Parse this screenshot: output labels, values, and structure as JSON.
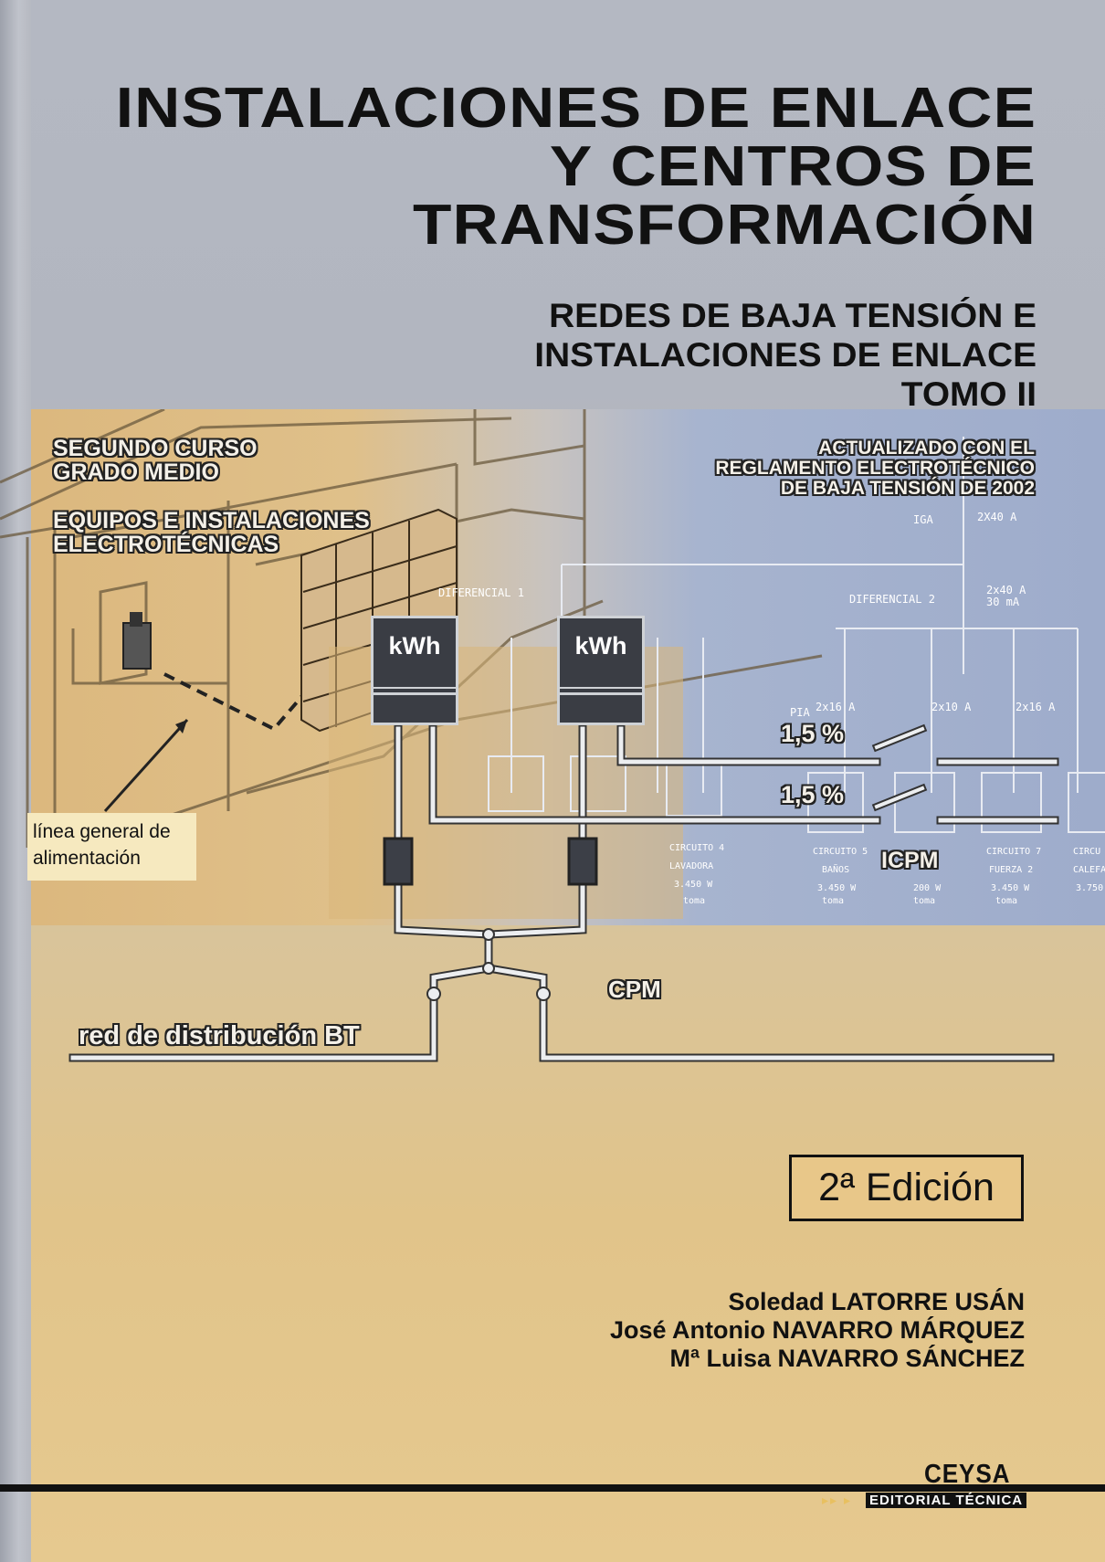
{
  "title": {
    "line1": "INSTALACIONES DE ENLACE",
    "line2": "Y CENTROS DE",
    "line3": "TRANSFORMACIÓN"
  },
  "subtitle": {
    "line1": "REDES DE BAJA TENSIÓN E",
    "line2": "INSTALACIONES DE ENLACE",
    "line3": "TOMO II"
  },
  "course": {
    "line1": "SEGUNDO CURSO",
    "line2": "GRADO MEDIO",
    "line3": "EQUIPOS E INSTALACIONES",
    "line4": "ELECTROTÉCNICAS"
  },
  "update_note": {
    "line1": "ACTUALIZADO CON EL",
    "line2": "REGLAMENTO ELECTROTÉCNICO",
    "line3": "DE BAJA TENSIÓN DE 2002"
  },
  "diagram": {
    "linea_general_1": "línea general de",
    "linea_general_2": "alimentación",
    "meter1": "kWh",
    "meter2": "kWh",
    "pct1": "1,5 %",
    "pct2": "1,5 %",
    "icpm": "ICPM",
    "cpm": "CPM",
    "red": "red de distribución BT",
    "iga": "IGA",
    "iga_rating": "2X40 A",
    "diferencial_1": "DIFERENCIAL 1",
    "diferencial_2": "DIFERENCIAL 2",
    "dif2_rating": "2x40 A",
    "dif2_sens": "30 mA",
    "pia": "PIA",
    "pia_rating1": "2x16 A",
    "pia_rating2": "2x10 A",
    "pia_rating3": "2x16 A",
    "circuit4": "CIRCUITO 4",
    "circuit4_b": "LAVADORA",
    "circuit4_w": "3.450 W",
    "circuit5": "CIRCUITO 5",
    "circuit5_b": "BAÑOS",
    "circuit5_w": "3.450 W",
    "circuit6_w": "200 W",
    "circuit7": "CIRCUITO 7",
    "circuit7_b": "FUERZA 2",
    "circuit7_w": "3.450 W",
    "circuit8": "CIRCU",
    "circuit8_b": "CALEFA",
    "circuit8_w": "3.750",
    "toma": "toma"
  },
  "edition": "2ª Edición",
  "authors": {
    "a1": "Soledad LATORRE USÁN",
    "a2": "José Antonio NAVARRO MÁRQUEZ",
    "a3": "Mª Luisa NAVARRO SÁNCHEZ"
  },
  "publisher": {
    "name": "CEYSA",
    "sub": "EDITORIAL TÉCNICA"
  }
}
